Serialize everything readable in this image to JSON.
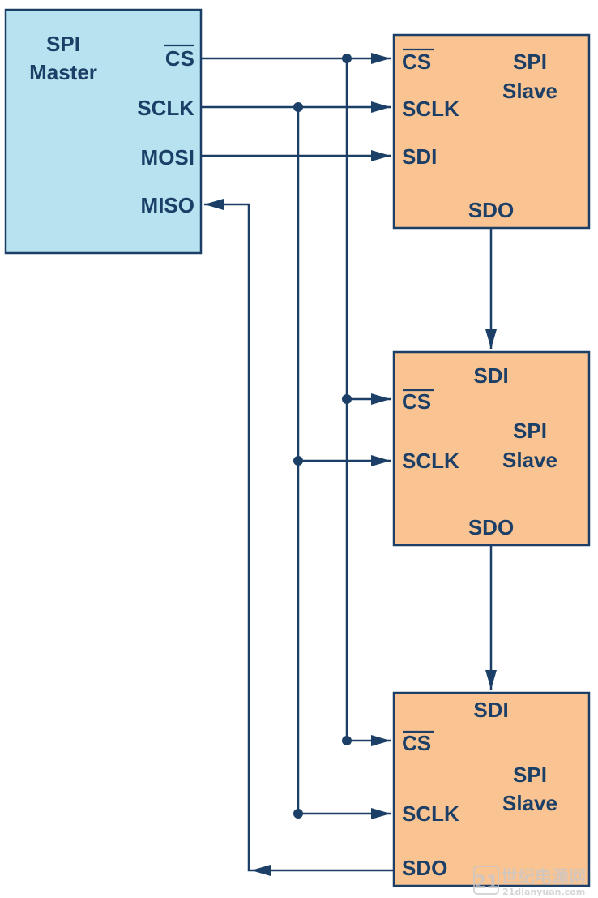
{
  "colors": {
    "line": "#1b3f66",
    "text": "#1b3f66",
    "master_fill": "#b7e2ef",
    "slave_fill": "#f9c392",
    "box_stroke": "#1b3f66",
    "watermark": "#c8c8c8"
  },
  "master": {
    "title_line1": "SPI",
    "title_line2": "Master",
    "pins": {
      "cs": "CS",
      "sclk": "SCLK",
      "mosi": "MOSI",
      "miso": "MISO"
    }
  },
  "slaves": [
    {
      "title_line1": "SPI",
      "title_line2": "Slave",
      "pins": {
        "cs": "CS",
        "sclk": "SCLK",
        "sdi": "SDI",
        "sdo": "SDO"
      }
    },
    {
      "title_line1": "SPI",
      "title_line2": "Slave",
      "pins": {
        "sdi": "SDI",
        "cs": "CS",
        "sclk": "SCLK",
        "sdo": "SDO"
      }
    },
    {
      "title_line1": "SPI",
      "title_line2": "Slave",
      "pins": {
        "sdi": "SDI",
        "cs": "CS",
        "sclk": "SCLK",
        "sdo": "SDO"
      }
    }
  ],
  "watermark": {
    "logo": "21",
    "chinese": "世纪电源网",
    "url": "21dianyuan.com"
  }
}
